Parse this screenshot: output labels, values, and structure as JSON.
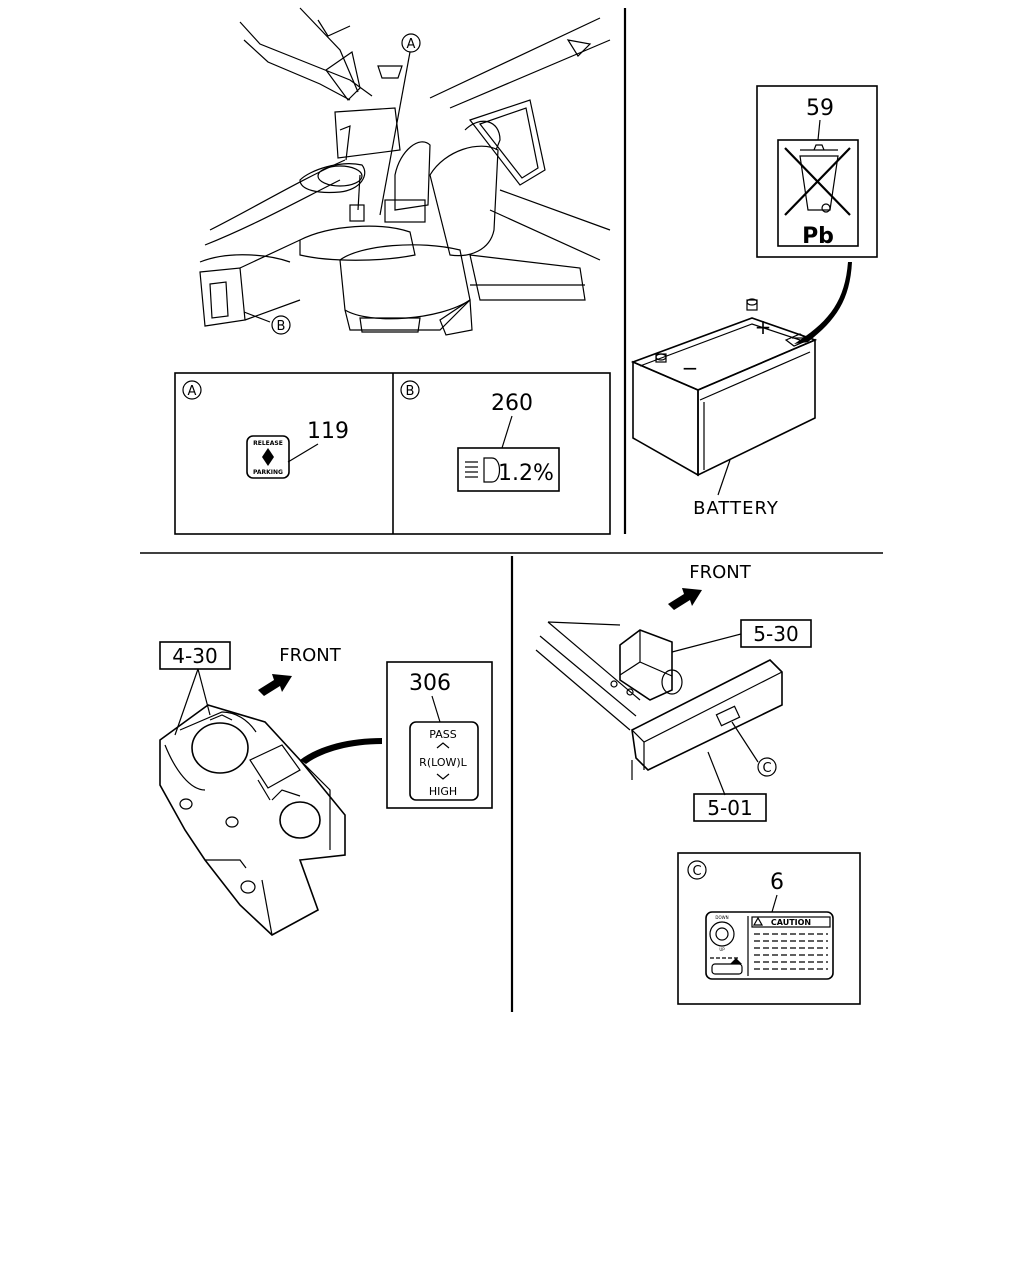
{
  "panel_top_left": {
    "callout_a": "A",
    "callout_b": "B",
    "detail_a": {
      "label": "A",
      "part_number": "119",
      "label_top": "RELEASE",
      "label_bottom": "PARKING"
    },
    "detail_b": {
      "label": "B",
      "part_number": "260",
      "label_text": "1.2%"
    }
  },
  "panel_top_right": {
    "part_number": "59",
    "label_text": "Pb",
    "plus": "+",
    "minus": "−",
    "component": "BATTERY"
  },
  "panel_bottom_left": {
    "ref": "4-30",
    "front": "FRONT",
    "part_number": "306",
    "switch": {
      "top": "PASS",
      "middle": "R(LOW)L",
      "bottom": "HIGH"
    }
  },
  "panel_bottom_right": {
    "front": "FRONT",
    "ref_top": "5-30",
    "ref_bottom": "5-01",
    "callout_c": "C",
    "detail_c": {
      "label": "C",
      "part_number": "6",
      "caution": "CAUTION",
      "small_top": "DOWN",
      "small_bottom": "UP"
    }
  },
  "colors": {
    "line": "#000000",
    "background": "#ffffff"
  }
}
